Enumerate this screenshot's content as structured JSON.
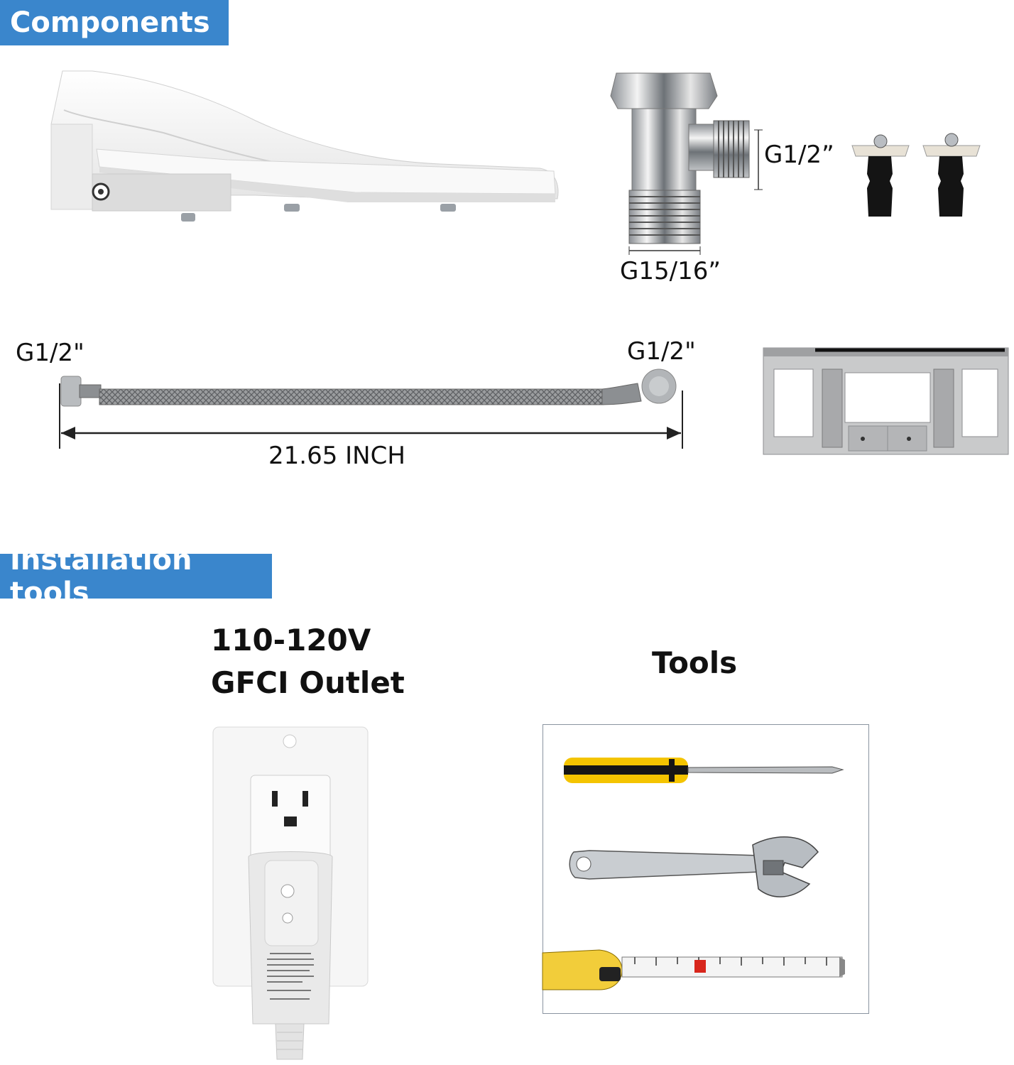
{
  "sections": {
    "components": "Components",
    "installation_tools": "Installation tools"
  },
  "labels": {
    "tee_side": "G1/2”",
    "tee_bottom": "G15/16”",
    "hose_left": "G1/2\"",
    "hose_right": "G1/2\"",
    "hose_length": "21.65 INCH"
  },
  "outlet": {
    "line1": "110-120V",
    "line2": "GFCI Outlet"
  },
  "tools": {
    "title": "Tools"
  },
  "icons": [
    "bidet-seat-icon",
    "tee-valve-icon",
    "anchor-bolt-icon",
    "braided-hose-icon",
    "mounting-plate-icon",
    "gfci-outlet-icon",
    "screwdriver-icon",
    "wrench-icon",
    "tape-measure-icon"
  ],
  "colors": {
    "tag_blue": "#3a86cc",
    "screwdriver_yellow": "#f4c400",
    "tape_yellow": "#f2cd3a"
  }
}
